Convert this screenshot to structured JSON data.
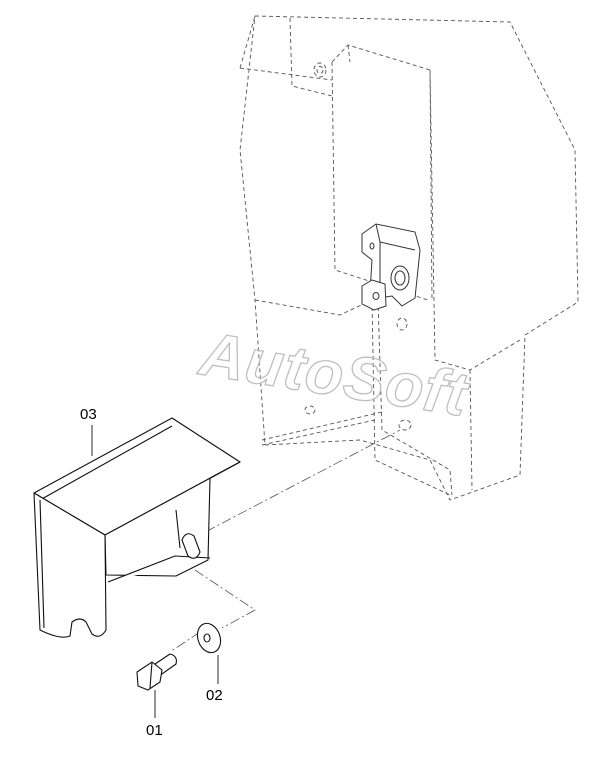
{
  "watermark": "AutoSoft",
  "callouts": [
    {
      "id": "01",
      "part": "bolt"
    },
    {
      "id": "02",
      "part": "washer"
    },
    {
      "id": "03",
      "part": "cover"
    }
  ]
}
